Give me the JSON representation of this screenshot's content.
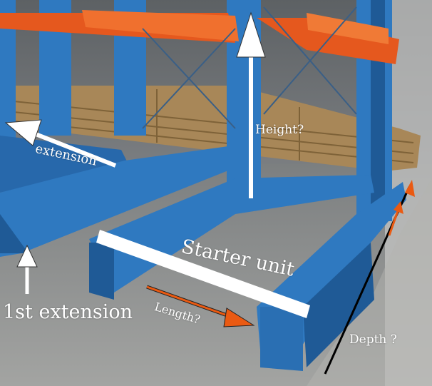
{
  "labels": {
    "height": "Height?",
    "extension": "extension",
    "first_extension": "1st extension",
    "starter_unit": "Starter unit",
    "length": "Length?",
    "depth": "Depth ?"
  },
  "colors": {
    "rack_blue": "#2f79c0",
    "rack_blue_dark": "#1f5a96",
    "arm_orange": "#e5581e",
    "pallet_wood": "#a7865a",
    "floor": "#8e8f8e",
    "wall": "#6d7073",
    "white_arrow": "#ffffff",
    "orange_arrow": "#ea5a12",
    "depth_line": "#000000"
  },
  "icons": [
    "up-arrow-icon",
    "left-arrow-icon",
    "orange-arrow-icon",
    "depth-line-icon"
  ]
}
